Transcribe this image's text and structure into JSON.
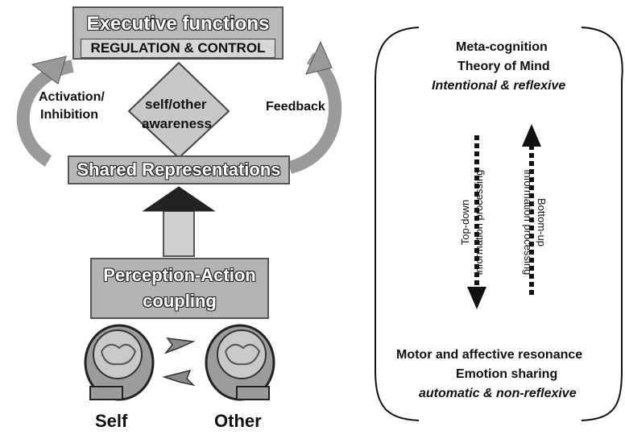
{
  "left": {
    "title": "Executive functions",
    "subtitle": "REGULATION & CONTROL",
    "diamond_line1": "self/other",
    "diamond_line2": "awareness",
    "left_label_line1": "Activation/",
    "left_label_line2": "Inhibition",
    "right_label": "Feedback",
    "shared": "Shared Representations",
    "pa_line1": "Perception-Action",
    "pa_line2": "coupling",
    "self": "Self",
    "other": "Other"
  },
  "right": {
    "top_line1": "Meta-cognition",
    "top_line2": "Theory of Mind",
    "top_line3": "Intentional & reflexive",
    "topdown_line1": "Top-down",
    "topdown_line2": "information processing",
    "bottomup_line1": "Bottom-up",
    "bottomup_line2": "information processing",
    "bottom_line1": "Motor and affective resonance",
    "bottom_line2": "Emotion sharing",
    "bottom_line3": "automatic & non-reflexive"
  },
  "colors": {
    "box_fill": "#b9b9b9",
    "ink": "#111111",
    "arrow": "#222222"
  }
}
